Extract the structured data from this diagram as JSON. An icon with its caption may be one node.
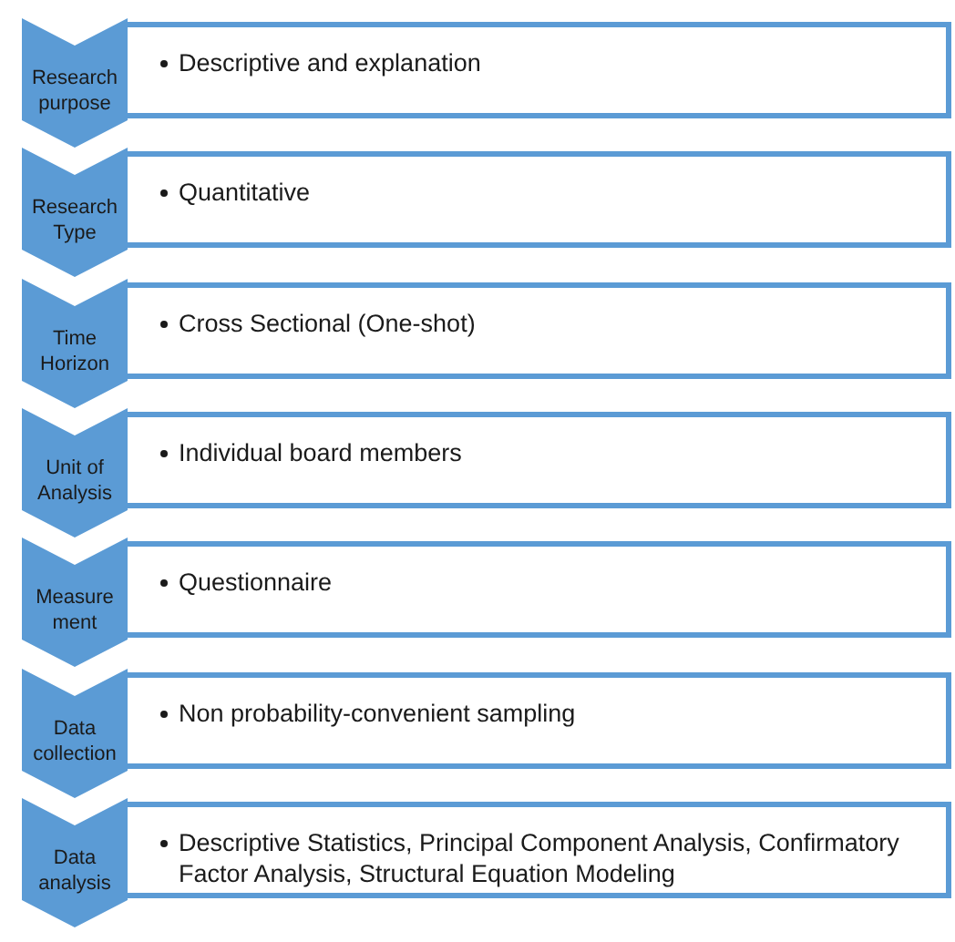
{
  "diagram": {
    "nodes": [
      {
        "text": [
          "Research purpose"
        ]
      },
      {
        "text": [
          "Descriptive and explanation"
        ]
      },
      {
        "text": [
          "Research Type"
        ]
      },
      {
        "text": [
          "Quantitative"
        ]
      },
      {
        "text": [
          "Time Horizon"
        ]
      },
      {
        "text": [
          "Cross Sectional (One-shot)"
        ]
      },
      {
        "text": [
          "Unit of Analysis"
        ]
      },
      {
        "text": [
          "Individual board members"
        ]
      },
      {
        "text": [
          "Measure ment"
        ]
      },
      {
        "text": [
          "Questionnaire"
        ]
      },
      {
        "text": [
          "Data collection"
        ]
      },
      {
        "text": [
          "Non probability-convenient sampling"
        ]
      },
      {
        "text": [
          "Data analysis"
        ]
      },
      {
        "text": [
          "Descriptive Statistics, Principal Component Analysis, Confirmatory Factor Analysis, Structural Equation Modeling"
        ]
      }
    ]
  }
}
